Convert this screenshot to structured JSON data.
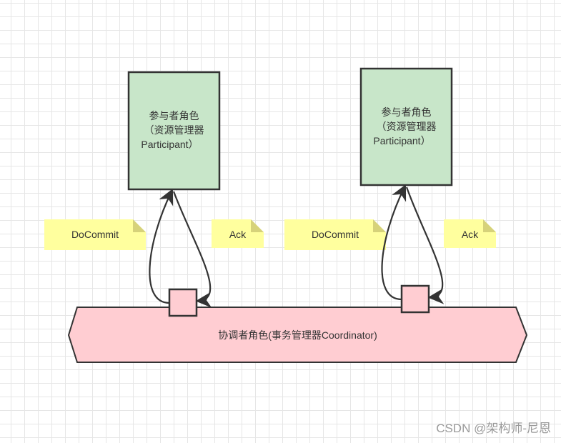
{
  "participants": [
    {
      "line1": "参与者角色",
      "line2": "（资源管理器",
      "line3": "Participant）"
    },
    {
      "line1": "参与者角色",
      "line2": "（资源管理器",
      "line3": "Participant）"
    }
  ],
  "coordinator": {
    "label": "协调者角色(事务管理器Coordinator)"
  },
  "notes": [
    {
      "label": "DoCommit"
    },
    {
      "label": "Ack"
    },
    {
      "label": "DoCommit"
    },
    {
      "label": "Ack"
    }
  ],
  "watermark": "CSDN @架构师-尼恩",
  "colors": {
    "participant_fill": "#c8e6c9",
    "coordinator_fill": "#ffcdd2",
    "note_fill": "#ffff9e",
    "note_fold": "#d6d27a",
    "stroke": "#333333"
  }
}
